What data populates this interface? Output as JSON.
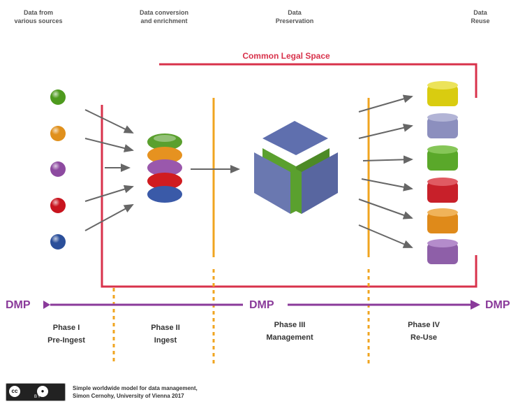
{
  "headers": [
    "Data from\nvarious sources",
    "Data conversion\nand enrichment",
    "Data\nPreservation",
    "Data\nReuse"
  ],
  "legal_space_label": "Common Legal Space",
  "dmp_labels": [
    "DMP",
    "DMP",
    "DMP"
  ],
  "phases": [
    {
      "title": "Phase I",
      "subtitle": "Pre-Ingest"
    },
    {
      "title": "Phase II",
      "subtitle": "Ingest"
    },
    {
      "title": "Phase III",
      "subtitle": "Management"
    },
    {
      "title": "Phase IV",
      "subtitle": "Re-Use"
    }
  ],
  "footer": {
    "text": "Simple worldwide model for data management,\nSimon Cernohy, University of Vienna 2017",
    "license_icons": [
      "cc-icon",
      "by-icon"
    ],
    "license_label": "BY"
  },
  "colors": {
    "legal_space": "#d8324b",
    "dmp_arrow": "#8a3a9a",
    "phase_separator": "#f0a520",
    "arrow": "#666666",
    "cube_blue": "#6a78b0",
    "cube_green": "#5aa02e"
  },
  "source_spheres": [
    "#4e9a1e",
    "#e0901c",
    "#8d4aa0",
    "#c8141e",
    "#2b4f9a"
  ],
  "stack_discs": [
    "#5aa02e",
    "#e69220",
    "#9a58ac",
    "#d01c20",
    "#3a5aa8"
  ],
  "reuse_cylinders": [
    "#d9cc10",
    "#8c8fbe",
    "#5aa82a",
    "#c8202a",
    "#df8a1a",
    "#8e5fa8"
  ]
}
